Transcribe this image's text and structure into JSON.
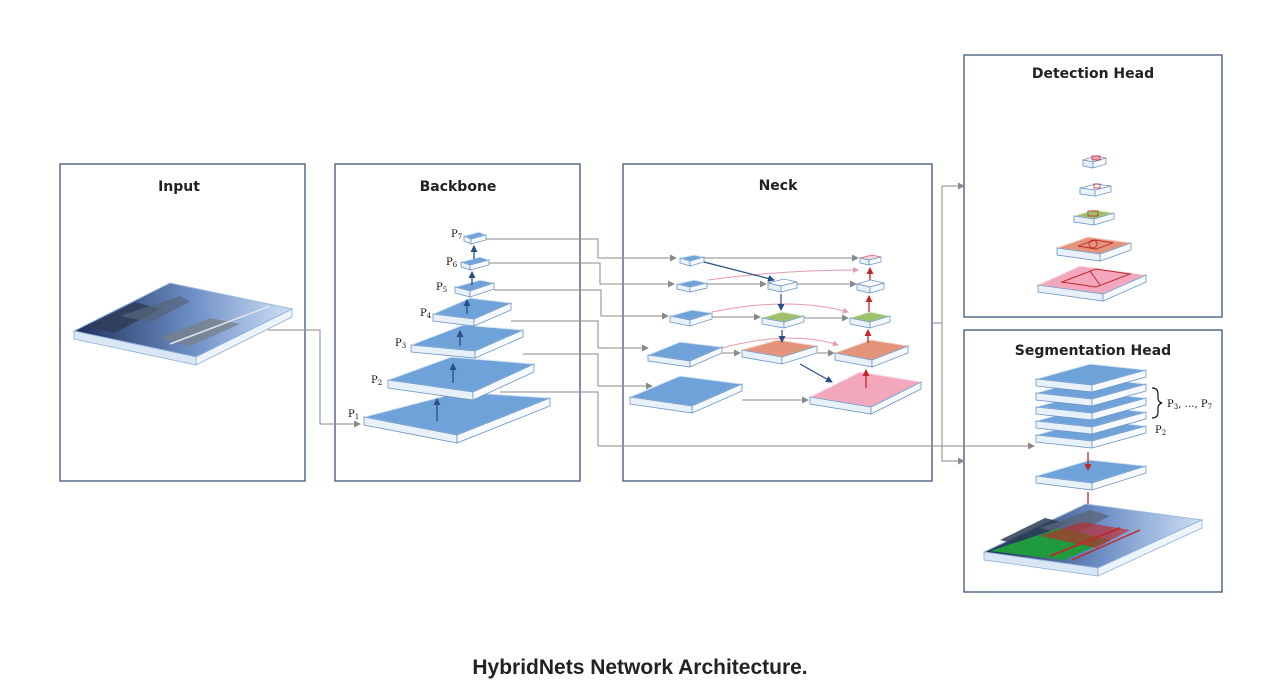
{
  "caption": "HybridNets Network Architecture.",
  "panels": {
    "input": "Input",
    "backbone": "Backbone",
    "neck": "Neck",
    "detection": "Detection Head",
    "segmentation": "Segmentation Head"
  },
  "backbone_levels": [
    {
      "p": "P",
      "sub": "1"
    },
    {
      "p": "P",
      "sub": "2"
    },
    {
      "p": "P",
      "sub": "3"
    },
    {
      "p": "P",
      "sub": "4"
    },
    {
      "p": "P",
      "sub": "5"
    },
    {
      "p": "P",
      "sub": "6"
    },
    {
      "p": "P",
      "sub": "7"
    }
  ],
  "seg_labels": {
    "range_p": "P",
    "range_start": "3",
    "range_mid": ", …, P",
    "range_end": "7",
    "base_p": "P",
    "base_sub": "2"
  },
  "colors": {
    "panel_border": "#3b5578",
    "feature_blue": "#6ea2d8",
    "fuse_orange": "#e3947a",
    "fuse_green": "#9fc06a",
    "fuse_pink": "#f2a7bd",
    "connector_gray": "#8a8a8a",
    "arrow_navy": "#2a4e85",
    "arrow_red": "#c0282b",
    "road_green": "#1f9a3c"
  }
}
